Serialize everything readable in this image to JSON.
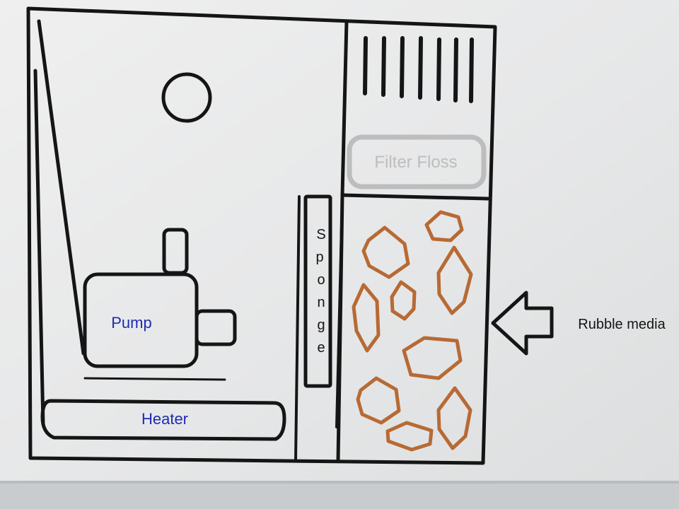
{
  "labels": {
    "pump": "Pump",
    "heater": "Heater",
    "filter_floss": "Filter Floss",
    "sponge": "Sponge",
    "rubble_media": "Rubble media"
  },
  "colors": {
    "outline": "#151515",
    "blue_text": "#1f2bb0",
    "gray_label": "#bdbdbd",
    "rubble": "#b86a35",
    "screen": "#e9eaea",
    "bezel": "#cfd2d4"
  },
  "icons": {
    "arrow": "left-arrow-icon",
    "circle": "outlet-circle-icon"
  }
}
